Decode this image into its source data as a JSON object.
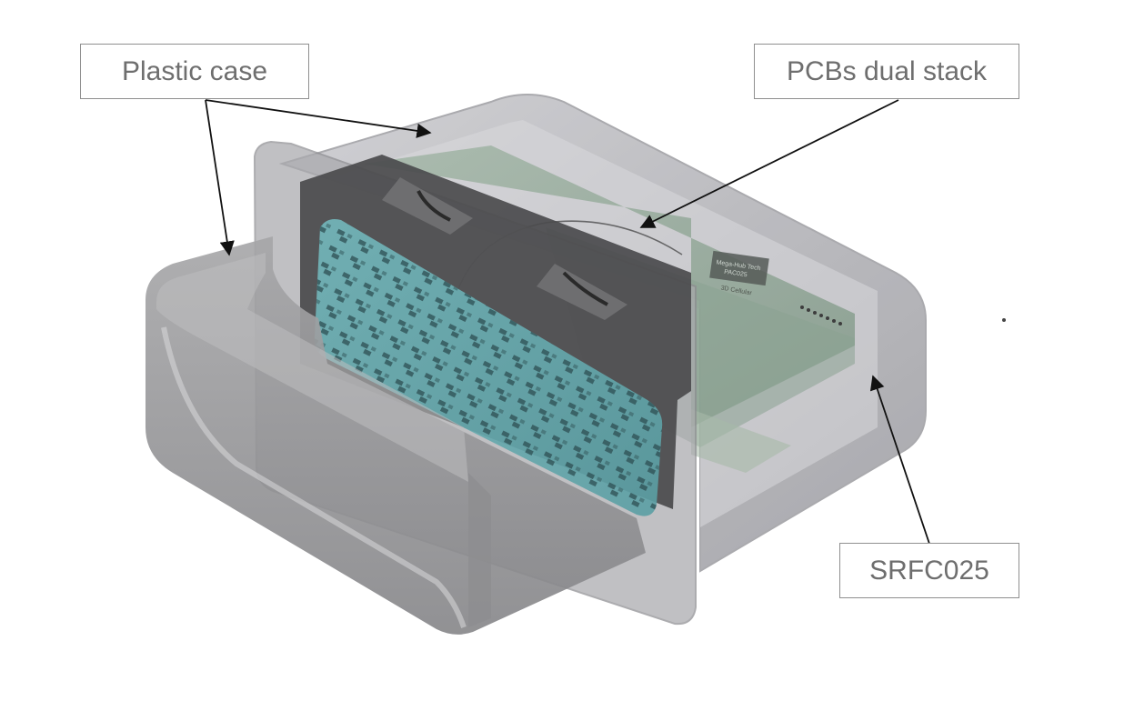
{
  "labels": {
    "plastic_case": "Plastic case",
    "pcbs_dual_stack": "PCBs dual stack",
    "srfc": "SRFC025"
  },
  "pcb_markings": {
    "chip_line_1": "Mega-Hub Tech",
    "chip_line_2": "PAC025",
    "chip_line_3": "3D Cellular"
  },
  "colors": {
    "label_border": "#8f8f8f",
    "label_text": "#6e6e6e",
    "arrow": "#111111",
    "case_gray": "#9a9a9e",
    "connector_gray": "#4a4a4a",
    "pcb_green": "#7f9a86",
    "pin_teal": "#67aeb2"
  }
}
